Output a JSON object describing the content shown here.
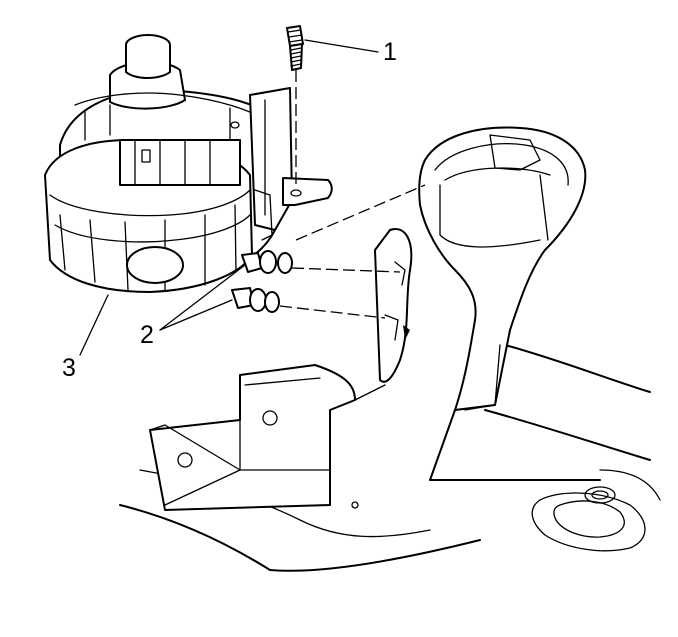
{
  "callouts": {
    "bolt": "1",
    "nuts": "2",
    "pump": "3"
  },
  "colors": {
    "ink": "#000000",
    "paper": "#ffffff"
  }
}
